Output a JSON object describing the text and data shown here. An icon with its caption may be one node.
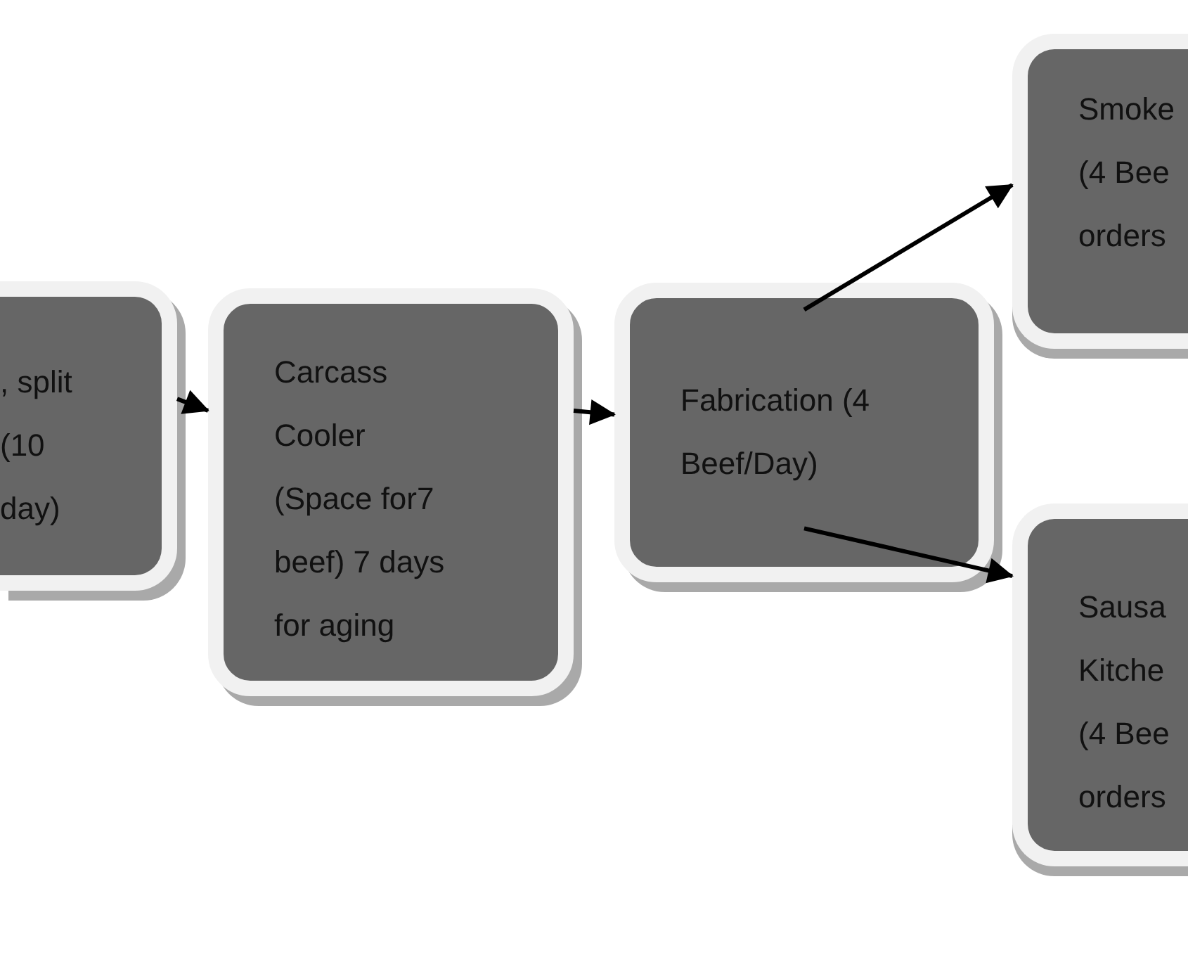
{
  "diagram": {
    "nodes": [
      {
        "text": [
          ", split (10 day)"
        ]
      },
      {
        "text": [
          "Carcass Cooler (Space for7 beef) 7 days for aging"
        ]
      },
      {
        "text": [
          "Fabrication (4 Beef/Day)"
        ]
      },
      {
        "text": [
          "Smoke (4 Bee orders"
        ]
      },
      {
        "text": [
          "Sausa Kitche (4 Bee orders"
        ]
      }
    ],
    "edges": [
      {
        "from": 0,
        "to": 1,
        "arrow": "to"
      },
      {
        "from": 1,
        "to": 2,
        "arrow": "to"
      },
      {
        "from": 2,
        "to": 3,
        "arrow": "to"
      },
      {
        "from": 2,
        "to": 4,
        "arrow": "to"
      }
    ]
  }
}
